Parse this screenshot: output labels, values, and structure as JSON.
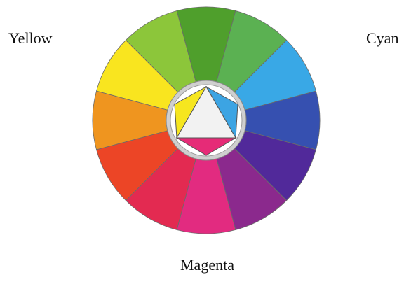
{
  "labels": {
    "yellow": "Yellow",
    "cyan": "Cyan",
    "magenta": "Magenta"
  },
  "wheel": {
    "segment_colors": [
      "#4f9f2c",
      "#5bb152",
      "#39a8e6",
      "#3650b0",
      "#51299a",
      "#8b298d",
      "#e22b80",
      "#e32a51",
      "#ec4526",
      "#ef951f",
      "#f9e51f",
      "#8cc63a"
    ],
    "center_colors": {
      "triangle_up": "#f2f2f2",
      "triangle_down": "#e62b77",
      "yellow_patch": "#f6e61f",
      "cyan_patch": "#3ca4e3",
      "ring": "#cfcfcf"
    }
  }
}
